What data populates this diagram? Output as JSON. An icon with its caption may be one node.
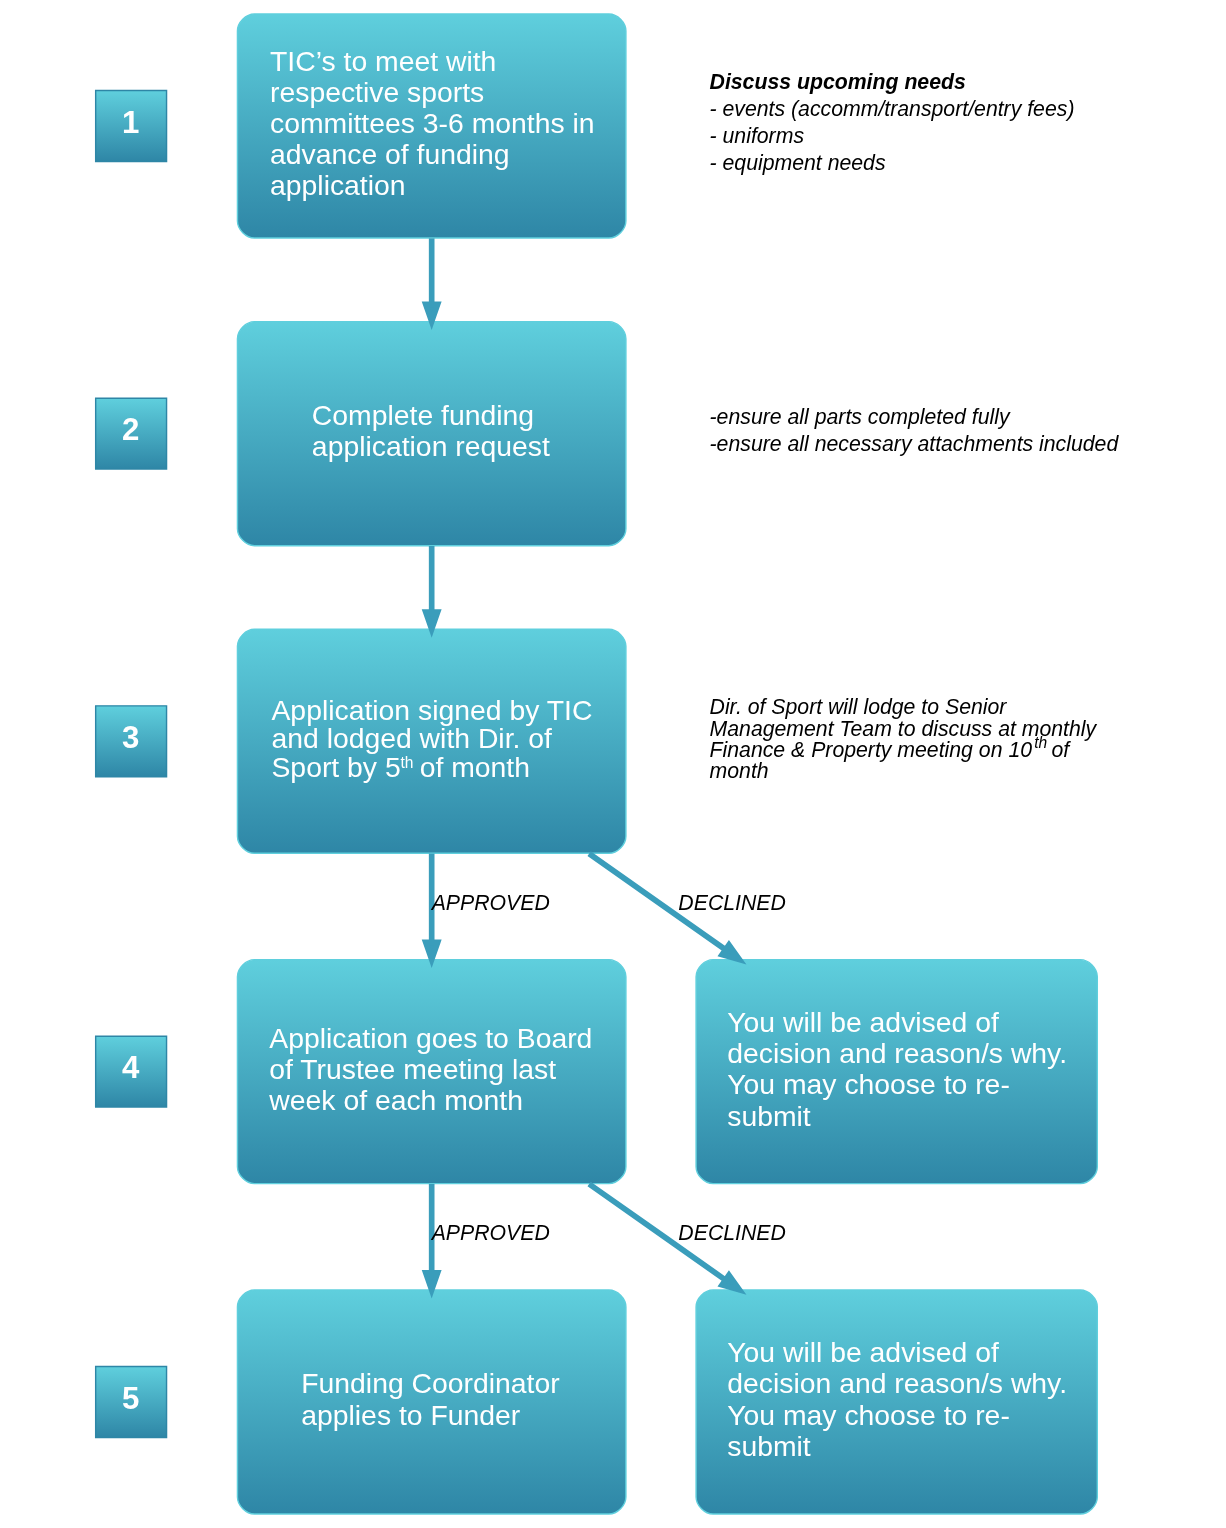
{
  "diagram": {
    "nodes": [
      {
        "text": [
          "1"
        ]
      },
      {
        "text": [
          "TIC’s to meet with respective sports committees 3-6 months in advance of funding application"
        ],
        "beside": [
          "Discuss upcoming needs",
          "- events (accomm/transport/entry fees)",
          "- uniforms",
          "- equipment needs"
        ]
      },
      {
        "text": [
          "2"
        ]
      },
      {
        "text": [
          "Complete funding application request"
        ],
        "beside": [
          "-ensure all parts completed fully",
          "-ensure all necessary attachments included"
        ]
      },
      {
        "text": [
          "3"
        ]
      },
      {
        "text": [
          "Application signed by TIC and lodged with Dir. of Sport by 5$^{th}$ of month"
        ],
        "beside": [
          "Dir. of Sport will lodge to Senior Management Team to discuss at monthly Finance & Property meeting on 10$^{th}$ of month"
        ]
      },
      {
        "text": [
          "4"
        ]
      },
      {
        "text": [
          "Application goes to Board of Trustee meeting last week of each month"
        ]
      },
      {
        "text": [
          "You will be advised of decision and reason/s why.  You may choose to re-submit"
        ]
      },
      {
        "text": [
          "5"
        ]
      },
      {
        "text": [
          "Funding Coordinator applies to Funder"
        ]
      },
      {
        "text": [
          "You will be advised of decision and reason/s why.  You may choose to re-submit"
        ]
      }
    ],
    "edges": [
      {
        "from": 1,
        "to": 3,
        "arrow": "to"
      },
      {
        "from": 3,
        "to": 5,
        "arrow": "to"
      },
      {
        "from": 5,
        "to": 7,
        "arrow": "to",
        "label": "APPROVED"
      },
      {
        "from": 5,
        "to": 8,
        "arrow": "to",
        "label": "DECLINED"
      },
      {
        "from": 7,
        "to": 10,
        "arrow": "to",
        "label": "APPROVED"
      },
      {
        "from": 7,
        "to": 11,
        "arrow": "to",
        "label": "DECLINED"
      }
    ]
  }
}
